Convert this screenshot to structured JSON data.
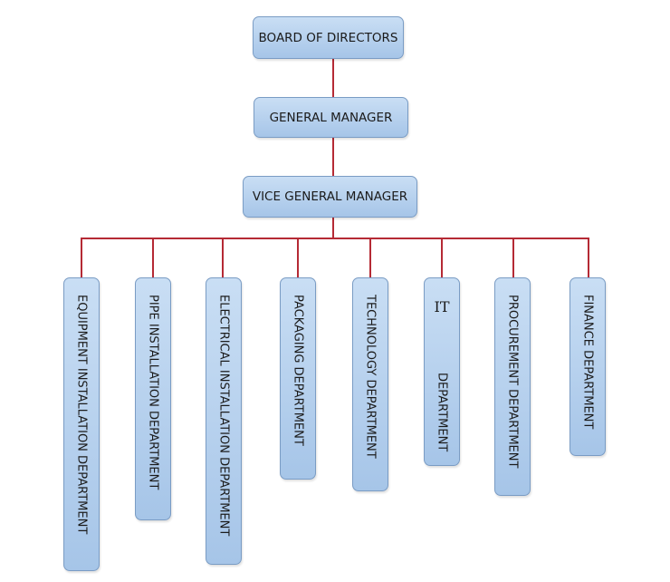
{
  "colors": {
    "connector": "#b52a35",
    "box_fill": "#b8d2ee",
    "box_border": "#7a9cc4"
  },
  "board": "BOARD OF DIRECTORS",
  "general_manager": "GENERAL MANAGER",
  "vice_general_manager": "VICE GENERAL MANAGER",
  "departments": [
    {
      "label": "EQUIPMENT INSTALLATION DEPARTMENT"
    },
    {
      "label": "PIPE INSTALLATION DEPARTMENT"
    },
    {
      "label": "ELECTRICAL INSTALLATION DEPARTMENT"
    },
    {
      "label": "PACKAGING DEPARTMENT"
    },
    {
      "label": "TECHNOLOGY DEPARTMENT"
    },
    {
      "label_top": "IT",
      "label_bottom": "DEPARTMENT"
    },
    {
      "label": "PROCUREMENT DEPARTMENT"
    },
    {
      "label": "FINANCE DEPARTMENT"
    }
  ]
}
